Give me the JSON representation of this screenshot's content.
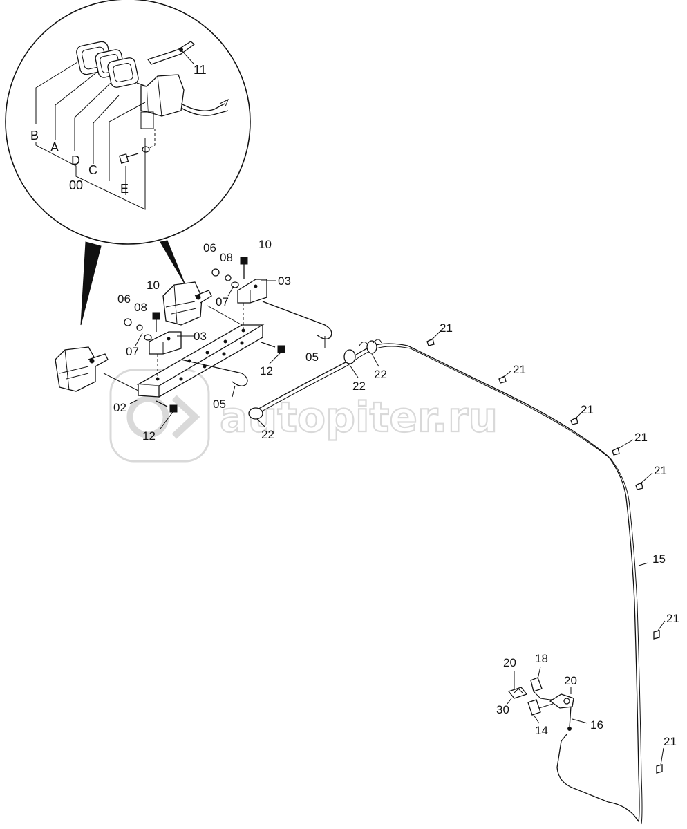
{
  "watermark": {
    "text": "autopiter.ru",
    "icon": "autopiter-logo-icon"
  },
  "inset_labels": {
    "a": "A",
    "b": "B",
    "c": "C",
    "d": "D",
    "e": "E",
    "oo": "00",
    "p11": "11"
  },
  "part_labels": {
    "p06_right": "06",
    "p08_right": "08",
    "p10_right": "10",
    "p03_right": "03",
    "p07_right": "07",
    "p06_left": "06",
    "p08_left": "08",
    "p10_left": "10",
    "p03_left": "03",
    "p07_left": "07",
    "p12_right": "12",
    "p05_right": "05",
    "p02": "02",
    "p05_left": "05",
    "p12_left": "12",
    "p22_a": "22",
    "p22_b": "22",
    "p22_c": "22",
    "p21_a": "21",
    "p21_b": "21",
    "p21_c": "21",
    "p21_d": "21",
    "p21_e": "21",
    "p21_f": "21",
    "p21_g": "21",
    "p15": "15",
    "p20_left": "20",
    "p18": "18",
    "p20_right": "20",
    "p30": "30",
    "p14": "14",
    "p16": "16"
  }
}
